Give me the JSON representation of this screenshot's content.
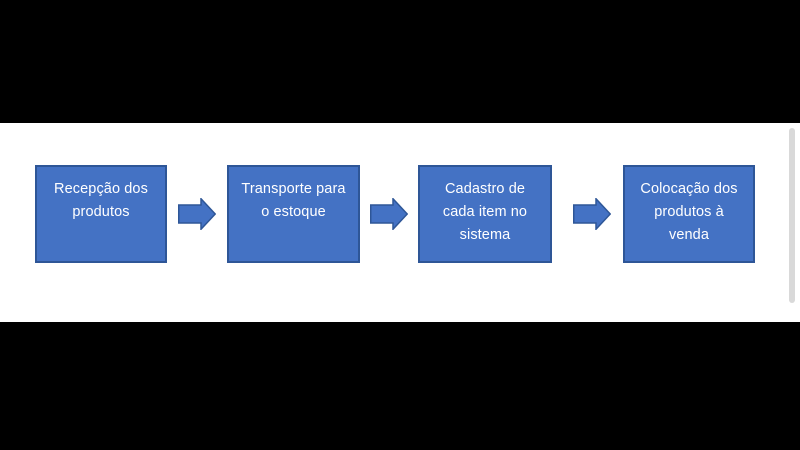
{
  "theme": {
    "page_bg": "#000000",
    "slide_bg": "#ffffff",
    "box_fill": "#4472c4",
    "box_border": "#2e5697",
    "arrow_fill": "#4472c4",
    "arrow_border": "#2e5697",
    "text_color": "#ffffff",
    "scrollbar_color": "#d9d9d9"
  },
  "diagram": {
    "type": "process-flow",
    "direction": "left-to-right",
    "connector": "right-block-arrow",
    "steps": [
      {
        "id": "recepcao",
        "label": "Recepção dos produtos",
        "lines": [
          "Recepção dos",
          "produtos"
        ]
      },
      {
        "id": "transporte",
        "label": "Transporte para o estoque",
        "lines": [
          "Transporte para",
          "o estoque"
        ]
      },
      {
        "id": "cadastro",
        "label": "Cadastro de cada item no sistema",
        "lines": [
          "Cadastro de",
          "cada item no",
          "sistema"
        ]
      },
      {
        "id": "venda",
        "label": "Colocação dos produtos à venda",
        "lines": [
          "Colocação dos",
          "produtos à",
          "venda"
        ]
      }
    ]
  }
}
